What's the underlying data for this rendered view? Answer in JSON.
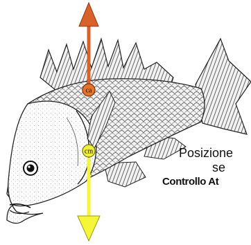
{
  "markers": {
    "ca": {
      "label": "ca",
      "color": "#e4742a",
      "arrow_color": "#d9622b",
      "direction": "up"
    },
    "cm": {
      "label": "cm",
      "color": "#f1ee3a",
      "arrow_color": "#f5f53a",
      "direction": "down"
    }
  },
  "caption": {
    "line1": "Posizione",
    "line2": "se",
    "line3": "Controllo At"
  }
}
